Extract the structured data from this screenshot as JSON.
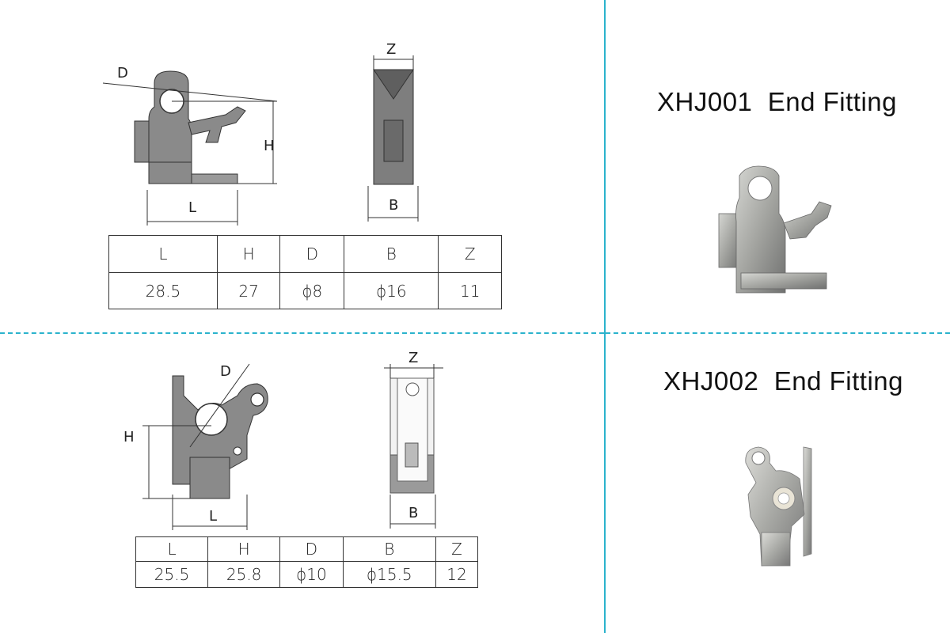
{
  "products": [
    {
      "title": "XHJ001  End Fitting",
      "drawing_labels": {
        "d": "D",
        "h": "H",
        "l": "L",
        "z": "Z",
        "b": "B"
      },
      "table": {
        "headers": [
          "L",
          "H",
          "D",
          "B",
          "Z"
        ],
        "values": [
          "28.5",
          "27",
          "ϕ8",
          "ϕ16",
          "11"
        ]
      }
    },
    {
      "title": "XHJ002  End Fitting",
      "drawing_labels": {
        "d": "D",
        "h": "H",
        "l": "L",
        "z": "Z",
        "b": "B"
      },
      "table": {
        "headers": [
          "L",
          "H",
          "D",
          "B",
          "Z"
        ],
        "values": [
          "25.5",
          "25.8",
          "ϕ10",
          "ϕ15.5",
          "12"
        ]
      }
    }
  ],
  "colors": {
    "divider": "#2bb3cc",
    "part_fill": "#8a8a8a",
    "part_photo": "#a9aaa6"
  }
}
